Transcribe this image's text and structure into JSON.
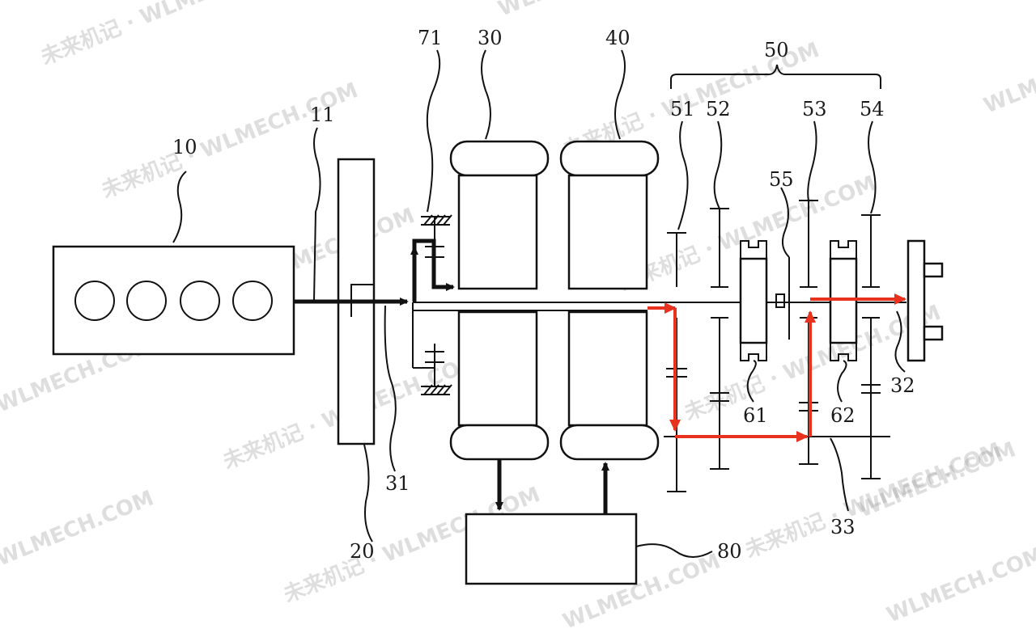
{
  "labels": {
    "engine": "10",
    "input_shaft": "11",
    "damper": "20",
    "motor_1": "30",
    "motor_2": "40",
    "gearbox": "50",
    "gear_51": "51",
    "gear_52": "52",
    "gear_53": "53",
    "gear_54": "54",
    "gear_55": "55",
    "sync_61": "61",
    "sync_62": "62",
    "brake_71": "71",
    "shaft_31": "31",
    "output_32": "32",
    "countershaft_33": "33",
    "controller": "80"
  },
  "watermark": {
    "brand_cn": "未来机记",
    "brand_en": "WLMECH.COM",
    "full": "未来机记 · WLMECH.COM"
  },
  "colors": {
    "line": "#111111",
    "power_flow_engine": "#111111",
    "power_flow_electric": "#e8321e"
  }
}
